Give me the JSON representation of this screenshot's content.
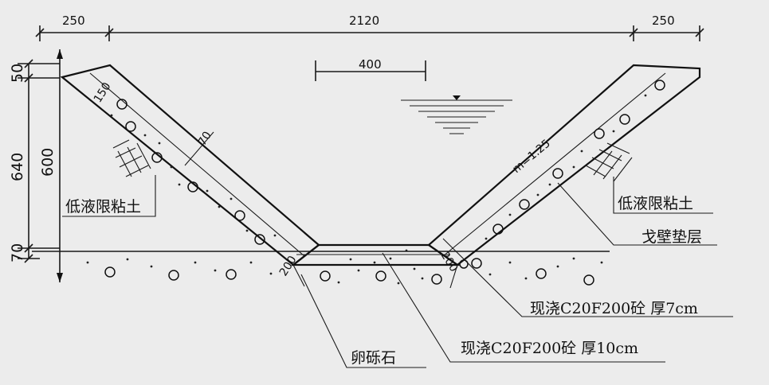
{
  "dimensions": {
    "top_left": "250",
    "top_middle": "2120",
    "top_right": "250",
    "water_width": "400",
    "left_50": "50",
    "left_640": "640",
    "left_600": "600",
    "left_70": "70",
    "slope_150": "150",
    "slope_70": "70",
    "bottom_left_200": "200",
    "bottom_right_200": "200",
    "slope_ratio": "m=1.25"
  },
  "labels": {
    "left_clay": "低液限粘土",
    "right_clay": "低液限粘土",
    "wall_cushion": "戈壁垫层",
    "slope_concrete": "现浇C20F200砼  厚7cm",
    "bottom_concrete": "现浇C20F200砼  厚10cm",
    "gravel": "卵砾石"
  }
}
